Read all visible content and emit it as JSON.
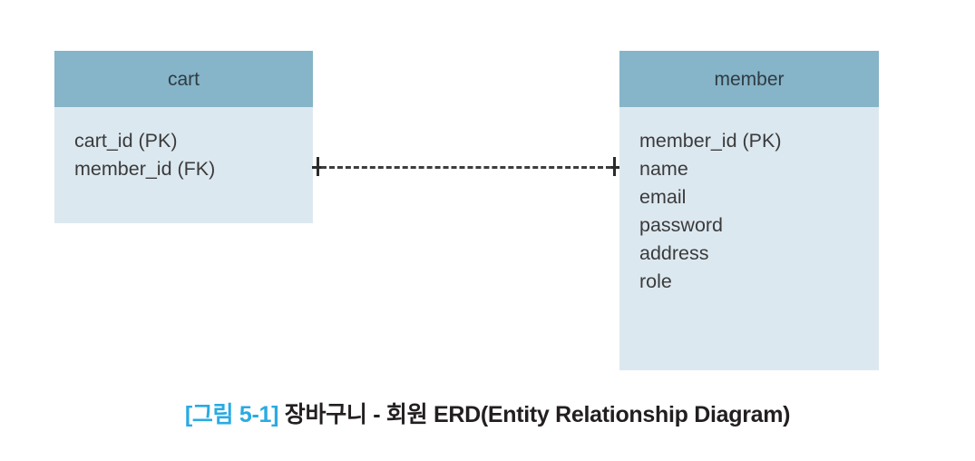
{
  "diagram": {
    "type": "erd",
    "entities": [
      {
        "id": "cart",
        "name": "cart",
        "attributes": [
          "cart_id (PK)",
          "member_id (FK)"
        ]
      },
      {
        "id": "member",
        "name": "member",
        "attributes": [
          "member_id (PK)",
          "name",
          "email",
          "password",
          "address",
          "role"
        ]
      }
    ],
    "relationship": {
      "from": "cart",
      "to": "member",
      "line_style": "dashed",
      "left_cardinality": "one",
      "right_cardinality": "one"
    }
  },
  "caption": {
    "figure_number": "[그림 5-1]",
    "text": "장바구니 - 회원 ERD(Entity Relationship Diagram)"
  },
  "colors": {
    "header_fill": "#86b4c8",
    "body_fill": "#dce8f0",
    "attribute_text": "#3b3b3b",
    "header_text": "#2f3b42",
    "figure_number_accent": "#29abe2",
    "caption_text": "#231f20",
    "connector": "#2b2b2b",
    "background": "#ffffff"
  }
}
